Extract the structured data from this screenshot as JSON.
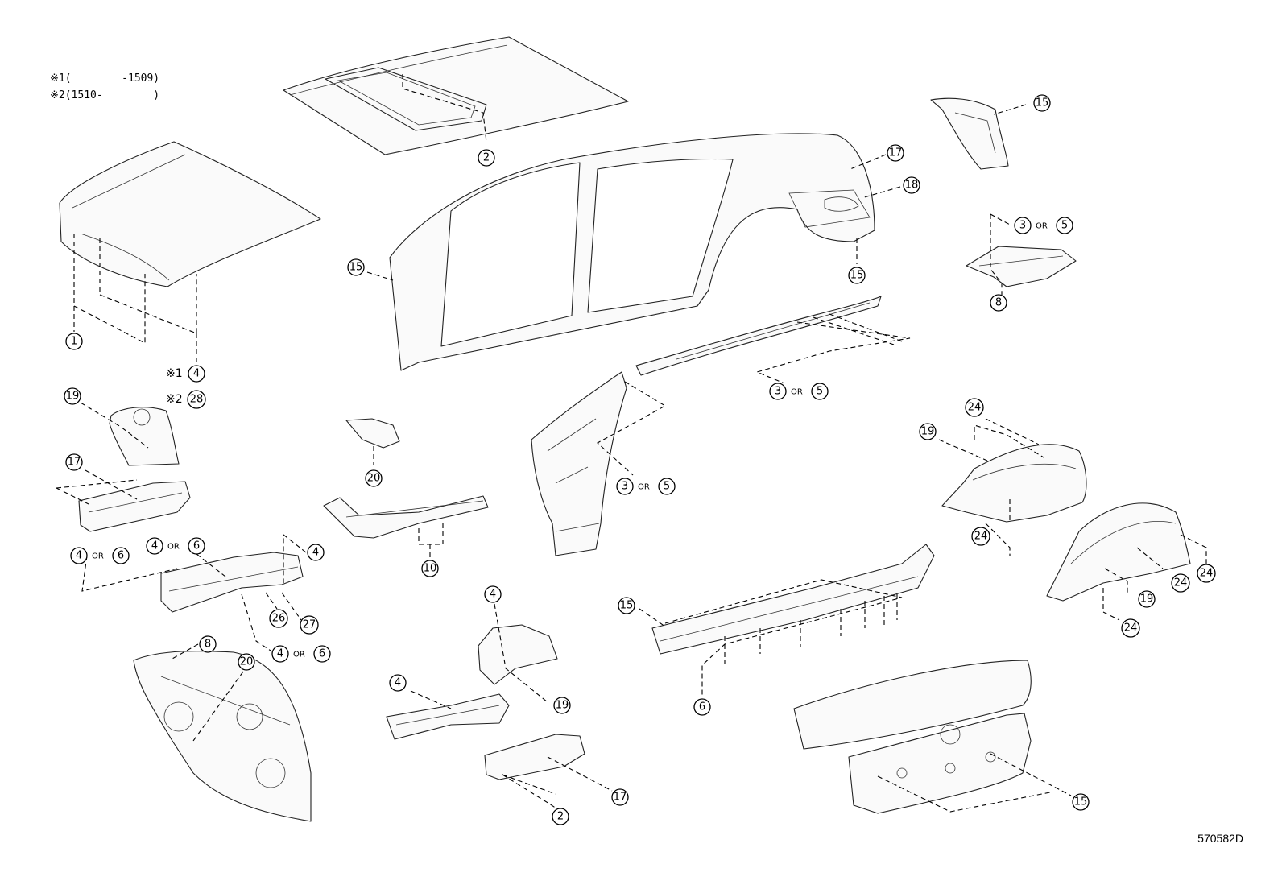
{
  "legend": [
    {
      "mark": "※1",
      "range": "(        -1509)"
    },
    {
      "mark": "※2",
      "range": "(1510-        )"
    }
  ],
  "figure_id": "570582D",
  "or_word": "OR",
  "callouts": [
    {
      "id": "c-roof-2",
      "label": "2"
    },
    {
      "id": "c-hood-1",
      "label": "1"
    },
    {
      "id": "c-hood-4",
      "label": "4",
      "prefix": "※1"
    },
    {
      "id": "c-hood-28",
      "label": "28",
      "prefix": "※2"
    },
    {
      "id": "c-side-15a",
      "label": "15"
    },
    {
      "id": "c-side-17",
      "label": "17"
    },
    {
      "id": "c-side-18",
      "label": "18"
    },
    {
      "id": "c-side-15b",
      "label": "15"
    },
    {
      "id": "c-ur-15",
      "label": "15"
    },
    {
      "id": "c-ur-3or5",
      "label": "3",
      "alt": "5"
    },
    {
      "id": "c-ur-8",
      "label": "8"
    },
    {
      "id": "c-rail-3or5",
      "label": "3",
      "alt": "5"
    },
    {
      "id": "c-lf-19",
      "label": "19"
    },
    {
      "id": "c-lf-17",
      "label": "17"
    },
    {
      "id": "c-br-20",
      "label": "20"
    },
    {
      "id": "c-pillar-3or5",
      "label": "3",
      "alt": "5"
    },
    {
      "id": "c-sill-10",
      "label": "10"
    },
    {
      "id": "c-mem-4or6a",
      "label": "4",
      "alt": "6"
    },
    {
      "id": "c-mem-4or6b",
      "label": "4",
      "alt": "6"
    },
    {
      "id": "c-mem-4",
      "label": "4"
    },
    {
      "id": "c-mem-26",
      "label": "26"
    },
    {
      "id": "c-mem-27",
      "label": "27"
    },
    {
      "id": "c-mem-4or6c",
      "label": "4",
      "alt": "6"
    },
    {
      "id": "c-dash-8",
      "label": "8"
    },
    {
      "id": "c-dash-20",
      "label": "20"
    },
    {
      "id": "c-ctr-4a",
      "label": "4"
    },
    {
      "id": "c-ctr-19",
      "label": "19"
    },
    {
      "id": "c-ctr-4b",
      "label": "4"
    },
    {
      "id": "c-ctr-17",
      "label": "17"
    },
    {
      "id": "c-ctr-2",
      "label": "2"
    },
    {
      "id": "c-rock-15",
      "label": "15"
    },
    {
      "id": "c-rock-6",
      "label": "6"
    },
    {
      "id": "c-rw-24a",
      "label": "24"
    },
    {
      "id": "c-rw-19a",
      "label": "19"
    },
    {
      "id": "c-rw-24b",
      "label": "24"
    },
    {
      "id": "c-rw-24c",
      "label": "24"
    },
    {
      "id": "c-rw-24d",
      "label": "24"
    },
    {
      "id": "c-rw-19b",
      "label": "19"
    },
    {
      "id": "c-rw-24e",
      "label": "24"
    },
    {
      "id": "c-trunk-15",
      "label": "15"
    }
  ]
}
